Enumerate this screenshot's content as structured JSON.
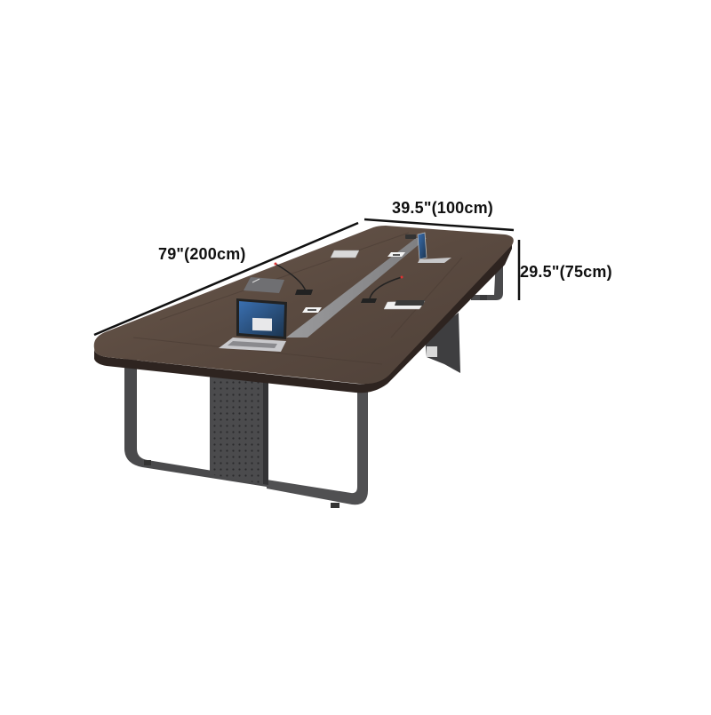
{
  "image": {
    "subject": "conference table product dimensions diagram",
    "background_color": "#ffffff"
  },
  "dimensions": {
    "length_label": "79\"(200cm)",
    "width_label": "39.5\"(100cm)",
    "height_label": "29.5\"(75cm)"
  },
  "colors": {
    "tabletop": "#5a4a40",
    "tabletop_edge": "#3a2e28",
    "frame": "#4a4a4c",
    "cable_tray": "#8e8e90",
    "dimension_line": "#111111"
  },
  "objects_on_table": [
    {
      "name": "laptop-front",
      "type": "laptop"
    },
    {
      "name": "laptop-back",
      "type": "laptop"
    },
    {
      "name": "microphone-left",
      "type": "gooseneck-microphone"
    },
    {
      "name": "microphone-right",
      "type": "gooseneck-microphone"
    },
    {
      "name": "notebook-left",
      "type": "closed-laptop-notebook"
    },
    {
      "name": "tablet-far",
      "type": "tablet"
    },
    {
      "name": "papers-right",
      "type": "papers"
    },
    {
      "name": "cable-port-center",
      "type": "flip-up-port"
    },
    {
      "name": "cable-port-back",
      "type": "flip-up-port"
    }
  ]
}
